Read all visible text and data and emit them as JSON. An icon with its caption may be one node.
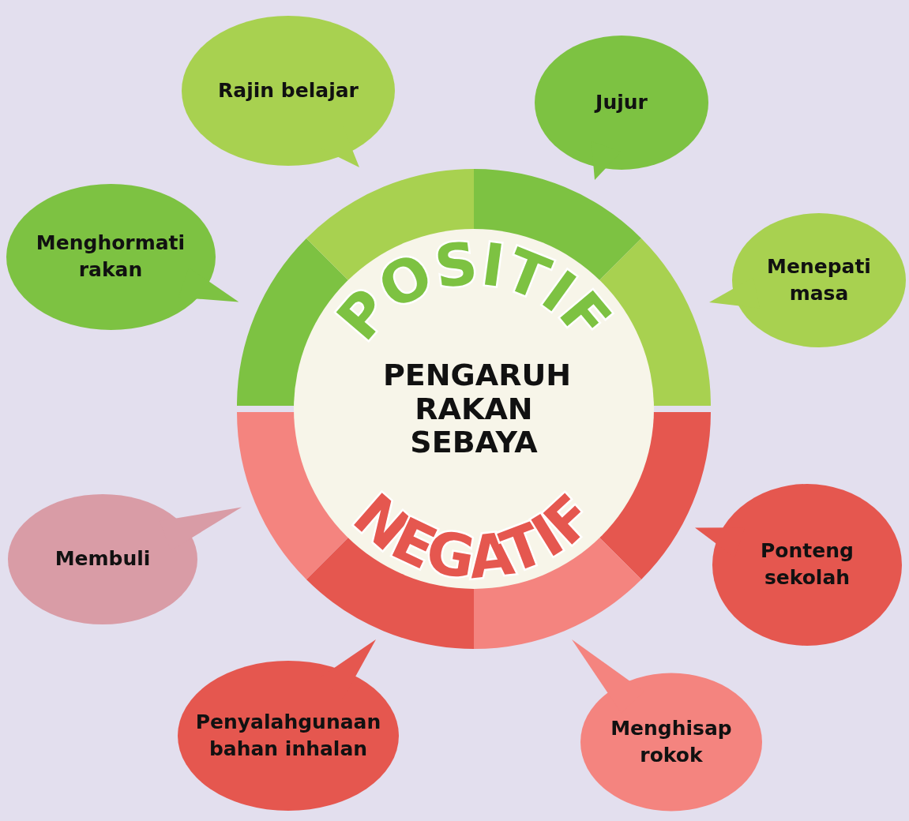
{
  "diagram": {
    "nodes": [
      {
        "text": [
          "PENGARUH RAKAN SEBAYA"
        ]
      },
      {
        "text": [
          "Rajin belajar"
        ]
      },
      {
        "text": [
          "Jujur"
        ]
      },
      {
        "text": [
          "Menghormati rakan"
        ]
      },
      {
        "text": [
          "Menepati masa"
        ]
      },
      {
        "text": [
          "Membuli"
        ]
      },
      {
        "text": [
          "Ponteng sekolah"
        ]
      },
      {
        "text": [
          "Penyalahgunaan bahan inhalan"
        ]
      },
      {
        "text": [
          "Menghisap rokok"
        ]
      }
    ],
    "labels": [
      "POSITIF",
      "NEGATIF"
    ]
  }
}
